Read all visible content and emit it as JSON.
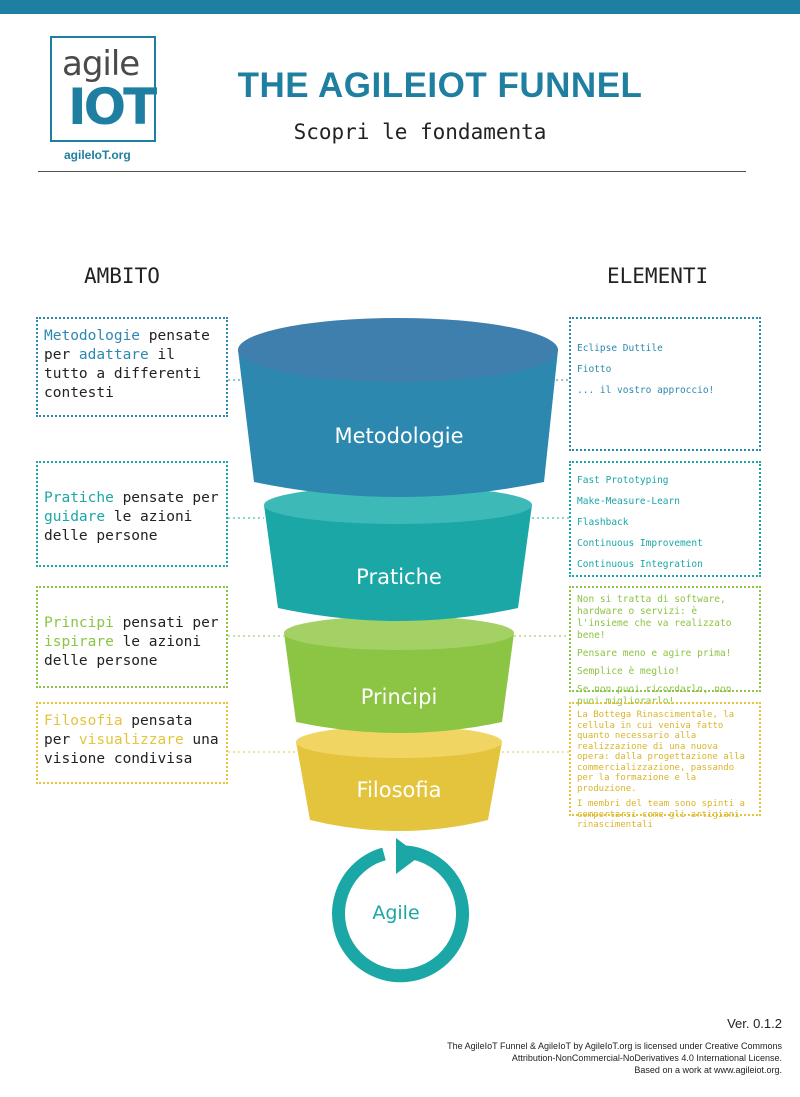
{
  "header": {
    "logo_word": "agile",
    "logo_mark": "IOT",
    "logo_url": "agileIoT.org",
    "title": "THE AGILEIOT FUNNEL",
    "subtitle": "Scopri le fondamenta"
  },
  "columns": {
    "left": "AMBITO",
    "right": "ELEMENTI"
  },
  "levels": [
    {
      "name": "Metodologie",
      "color": "#2d88b0",
      "scope": {
        "highlight": "Metodologie",
        "text1": " pensate per ",
        "highlight2": "adattare",
        "text2": " il tutto a differenti contesti"
      },
      "elements": [
        "Eclipse Duttile",
        "Fiotto",
        "... il vostro approccio!"
      ]
    },
    {
      "name": "Pratiche",
      "color": "#1aa7a6",
      "scope": {
        "highlight": "Pratiche",
        "text1": " pensate per ",
        "highlight2": "guidare",
        "text2": " le azioni delle persone"
      },
      "elements": [
        "Fast Prototyping",
        "Make-Measure-Learn",
        "Flashback",
        "Continuous Improvement",
        "Continuous Integration"
      ]
    },
    {
      "name": "Principi",
      "color": "#8cc444",
      "scope": {
        "highlight": "Principi",
        "text1": " pensati per ",
        "highlight2": "ispirare",
        "text2": " le azioni delle persone"
      },
      "elements": [
        "Non si tratta di software, hardware o servizi: è l'insieme che va realizzato bene!",
        "Pensare meno e agire prima!",
        "Semplice è meglio!",
        "Se non puoi ricordarlo, non puoi migliorarlo!"
      ]
    },
    {
      "name": "Filosofia",
      "color": "#e4c43c",
      "scope": {
        "highlight": "Filosofia",
        "text1": " pensata per ",
        "highlight2": "visualizzare",
        "text2": " una visione condivisa"
      },
      "elements": [
        "La Bottega Rinascimentale, la cellula in cui veniva fatto quanto necessario alla realizzazione di una nuova opera: dalla progettazione alla commercializzazione, passando per la formazione e la produzione.",
        "I membri del team sono spinti a comportarsi come gli artigiani rinascimentali"
      ]
    }
  ],
  "cycle": {
    "label": "Agile",
    "color": "#1aa7a6",
    "icon": "cycle-arrow-icon"
  },
  "footer": {
    "version": "Ver. 0.1.2",
    "license1": "The AgileIoT Funnel & AgileIoT by AgileIoT.org is licensed under Creative Commons",
    "license2": "Attribution-NonCommercial-NoDerivatives 4.0 International License.",
    "license3": "Based on a work at www.agileiot.org."
  }
}
